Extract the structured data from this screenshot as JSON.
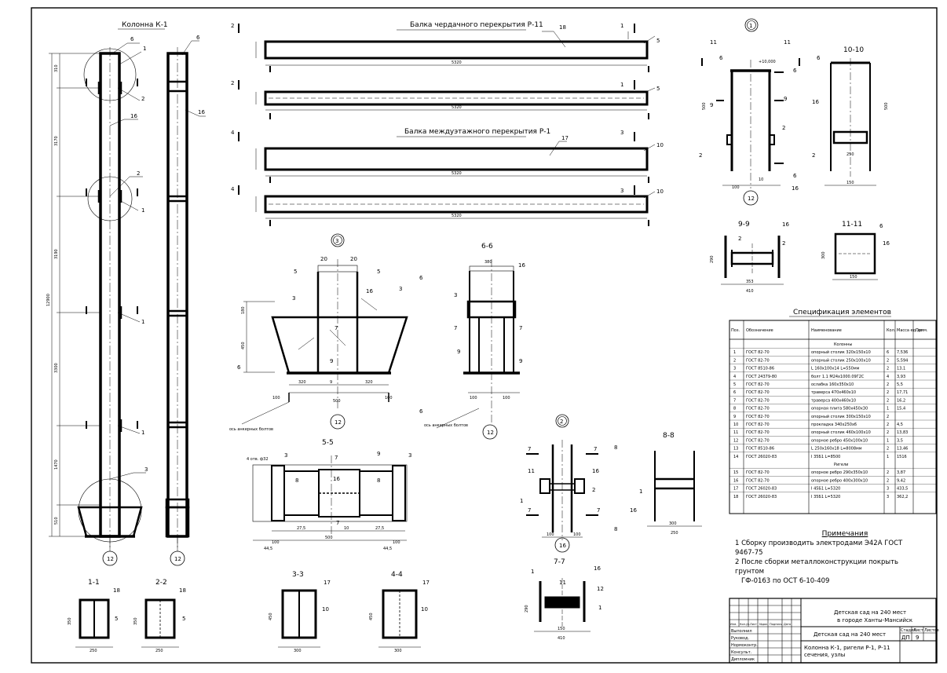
{
  "titles": {
    "column": "Колонна К-1",
    "beam_attic": "Балка чердачного перекрытия Р-11",
    "beam_floor": "Балка междуэтажного перекрытия Р-1",
    "spec": "Спецификация элементов"
  },
  "section_labels": [
    "1-1",
    "2-2",
    "3-3",
    "4-4",
    "5-5",
    "6-6",
    "7-7",
    "8-8",
    "9-9",
    "10-10",
    "11-11"
  ],
  "node_labels": [
    "1",
    "2",
    "3"
  ],
  "axis_label": "12",
  "bolt_note": "ось анкерных болтов",
  "spec_table": {
    "headers": [
      "Поз.",
      "Обозначение",
      "Наименование",
      "Кол.",
      "Масса ед.,кг",
      "Прим."
    ],
    "group1": "Колонны",
    "rows": [
      [
        "1",
        "ГОСТ 82-70",
        "опорный столик 320х150х10",
        "6",
        "7,536",
        ""
      ],
      [
        "2",
        "ГОСТ 82-70",
        "опорный столик 250х100х10",
        "2",
        "5,594",
        ""
      ],
      [
        "3",
        "ГОСТ 8510-86",
        "L 160х100х14  L=550мм",
        "2",
        "13,1",
        ""
      ],
      [
        "4",
        "ГОСТ 24379-80",
        "болт 1.1 М24х1000.09Г2С",
        "4",
        "3,93",
        ""
      ],
      [
        "5",
        "ГОСТ 82-70",
        "ослабка 160х350х10",
        "2",
        "5,5",
        ""
      ],
      [
        "6",
        "ГОСТ 82-70",
        "траверса 470х460х10",
        "2",
        "17,71",
        ""
      ],
      [
        "7",
        "ГОСТ 82-70",
        "траверса 400х460х10",
        "2",
        "16,2",
        ""
      ],
      [
        "8",
        "ГОСТ 82-70",
        "опорная плита 580х450х30",
        "1",
        "15,4",
        ""
      ],
      [
        "9",
        "ГОСТ 82-70",
        "опорный столик 300х150х10",
        "2",
        "",
        ""
      ],
      [
        "10",
        "ГОСТ 82-70",
        "прокладка 340х250х6",
        "2",
        "4,5",
        ""
      ],
      [
        "11",
        "ГОСТ 82-70",
        "опорный столик 460х100х10",
        "2",
        "13,83",
        ""
      ],
      [
        "12",
        "ГОСТ 82-70",
        "опорное ребро 450х100х10",
        "1",
        "3,5",
        ""
      ],
      [
        "13",
        "ГОСТ 8510-86",
        "L 250х160х18  L=8008мм",
        "2",
        "13,46",
        ""
      ],
      [
        "14",
        "ГОСТ 26020-83",
        "I 35Б1  L=8500",
        "1",
        "1516",
        ""
      ]
    ],
    "group2": "Ригели",
    "rows2": [
      [
        "15",
        "ГОСТ 82-70",
        "опорное ребро 290х350х10",
        "2",
        "3,87",
        ""
      ],
      [
        "16",
        "ГОСТ 82-70",
        "опорное ребро 400х300х10",
        "2",
        "9,42",
        ""
      ],
      [
        "17",
        "ГОСТ 26020-83",
        "I 45Б1  L=5320",
        "3",
        "433,5",
        ""
      ],
      [
        "18",
        "ГОСТ 26020-83",
        "I 35Б1  L=5320",
        "3",
        "362,2",
        ""
      ]
    ]
  },
  "notes": {
    "heading": "Примечания",
    "line1": "1 Сборку производить электродами Э42А ГОСТ 9467-75",
    "line2": "2 После сборки металлоконструкции покрыть грунтом",
    "line3": "ГФ-0163 по ОСТ 6-10-409"
  },
  "stamp": {
    "project": "Детская сад на 240 мест",
    "city": "в городе Ханты-Мансийск",
    "sheet_title": "Детская сад на 240 мест",
    "drawing_title": "Колонна К-1, ригели Р-1, Р-11",
    "drawing_subtitle": "сечения, узлы",
    "stage_h": "Стадия",
    "sheet_h": "Лист",
    "sheets_h": "Листов",
    "stage": "ДП",
    "sheet": "9",
    "row_labels": [
      "Выполнил",
      "Руковод.",
      "Нормоконтр.",
      "Консульт.",
      "Дипломник"
    ],
    "col_labels": [
      "Изм.",
      "Кол.уч.",
      "Лист",
      "№док.",
      "Подпись",
      "Дата"
    ]
  }
}
